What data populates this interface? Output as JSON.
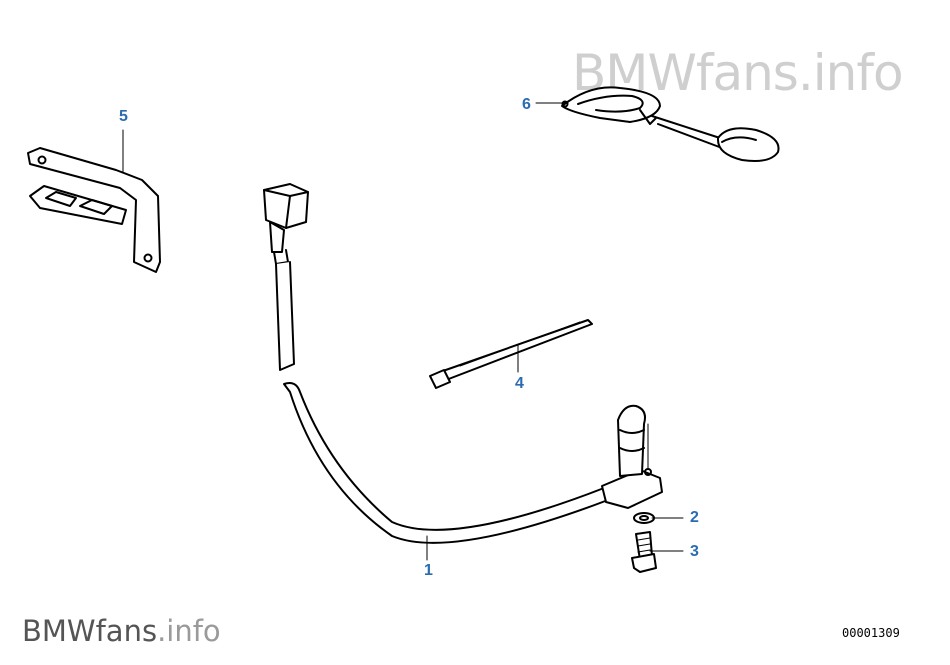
{
  "watermark": {
    "brand": "BMWfans",
    "ext": ".info"
  },
  "diagram_code": "00001309",
  "callouts": [
    {
      "id": "1",
      "label": "1"
    },
    {
      "id": "2",
      "label": "2"
    },
    {
      "id": "3",
      "label": "3"
    },
    {
      "id": "4",
      "label": "4"
    },
    {
      "id": "5",
      "label": "5"
    },
    {
      "id": "6",
      "label": "6"
    }
  ],
  "colors": {
    "callout": "#2b6cb0",
    "line": "#000000",
    "watermark": "#cfcfcf"
  }
}
